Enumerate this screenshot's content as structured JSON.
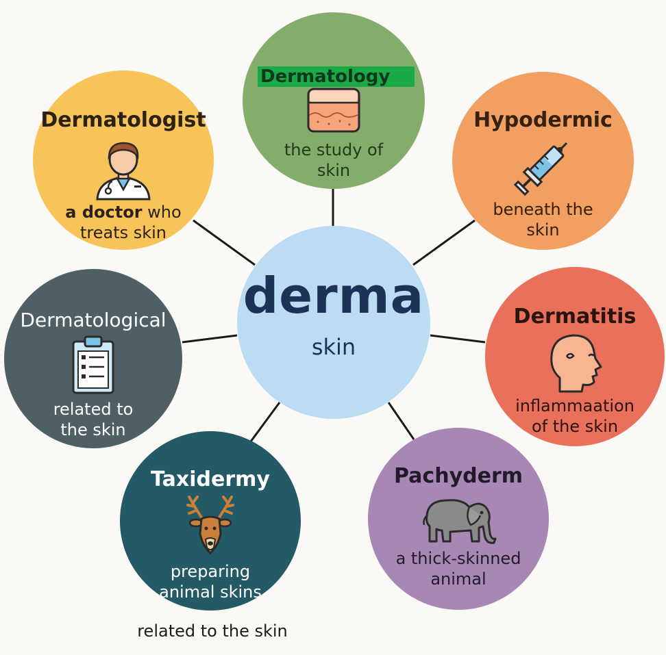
{
  "center": {
    "root": "derma",
    "meaning": "skin"
  },
  "nodes": {
    "dermatology": {
      "title": "Dermatology",
      "desc_line1": "the study of",
      "desc_line2": "skin"
    },
    "dermatologist": {
      "title": "Dermatologist",
      "desc_bold": "a doctor",
      "desc_rest": " who",
      "desc_line2": "treats skin"
    },
    "hypodermic": {
      "title": "Hypodermic",
      "desc_line1": "beneath the",
      "desc_line2": "skin"
    },
    "dermatological": {
      "title": "Dermatological",
      "desc_line1": "related to",
      "desc_line2": "the skin"
    },
    "dermatitis": {
      "title": "Dermatitis",
      "desc_line1": "inflammaation",
      "desc_line2": "of the skin"
    },
    "taxidermy": {
      "title": "Taxidermy",
      "desc_line1": "preparing",
      "desc_line2": "animal skins"
    },
    "pachyderm": {
      "title": "Pachyderm",
      "desc_line1": "a thick-skinned",
      "desc_line2": "animal"
    }
  },
  "footer_note": "related to the skin",
  "colors": {
    "background": "#faf9f6",
    "center": "#bcdcf3",
    "dermatology": "#84ad6c",
    "dermatology_highlight": "#1aaa45",
    "dermatologist": "#f8c45a",
    "hypodermic": "#f1a062",
    "dermatological": "#4e5f66",
    "dermatitis": "#e9705a",
    "taxidermy": "#235a66",
    "pachyderm": "#a787b4"
  },
  "icons": {
    "dermatology": "skin-layers-icon",
    "dermatologist": "doctor-icon",
    "hypodermic": "syringe-icon",
    "dermatological": "clipboard-icon",
    "dermatitis": "face-profile-icon",
    "taxidermy": "deer-head-icon",
    "pachyderm": "elephant-icon"
  }
}
